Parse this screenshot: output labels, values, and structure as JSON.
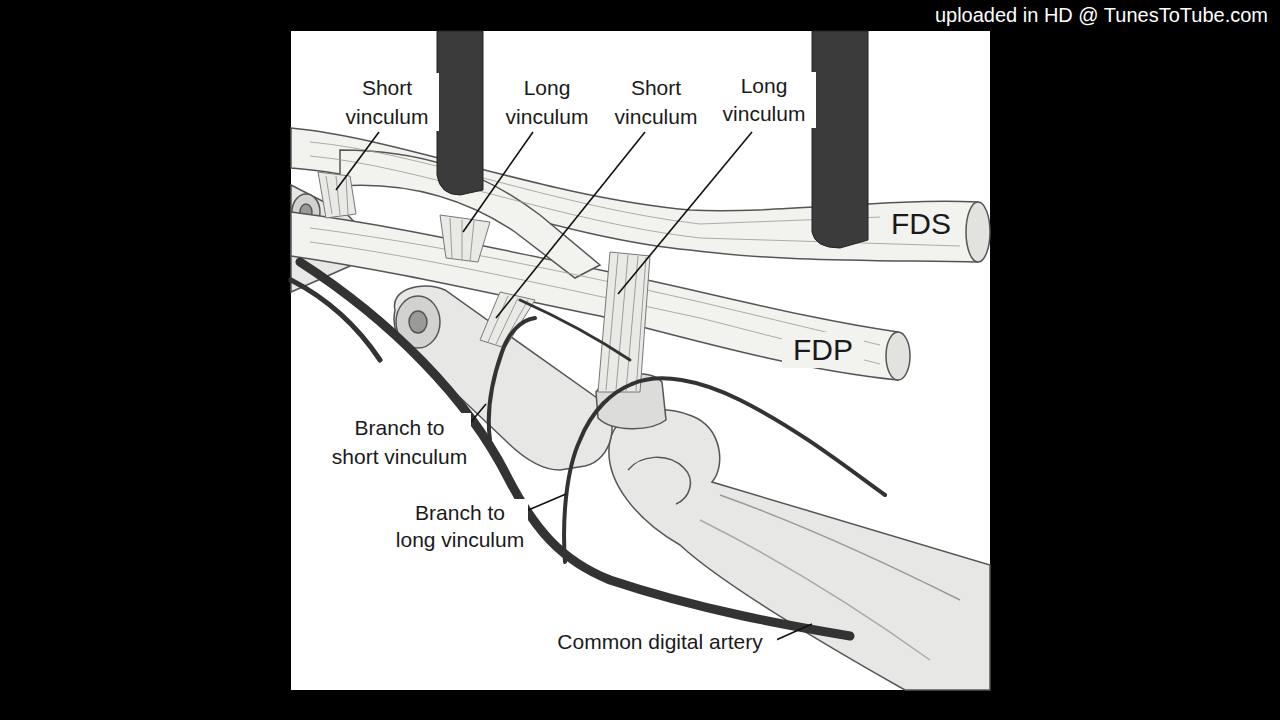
{
  "diagram": {
    "labels": [
      "Short vinculum",
      "Long vinculum",
      "Short vinculum",
      "Long vinculum",
      "FDS",
      "FDP",
      "Branch to short vinculum",
      "Branch to long vinculum",
      "Common digital artery",
      "uploaded in HD @ TunesToTube.com"
    ]
  }
}
